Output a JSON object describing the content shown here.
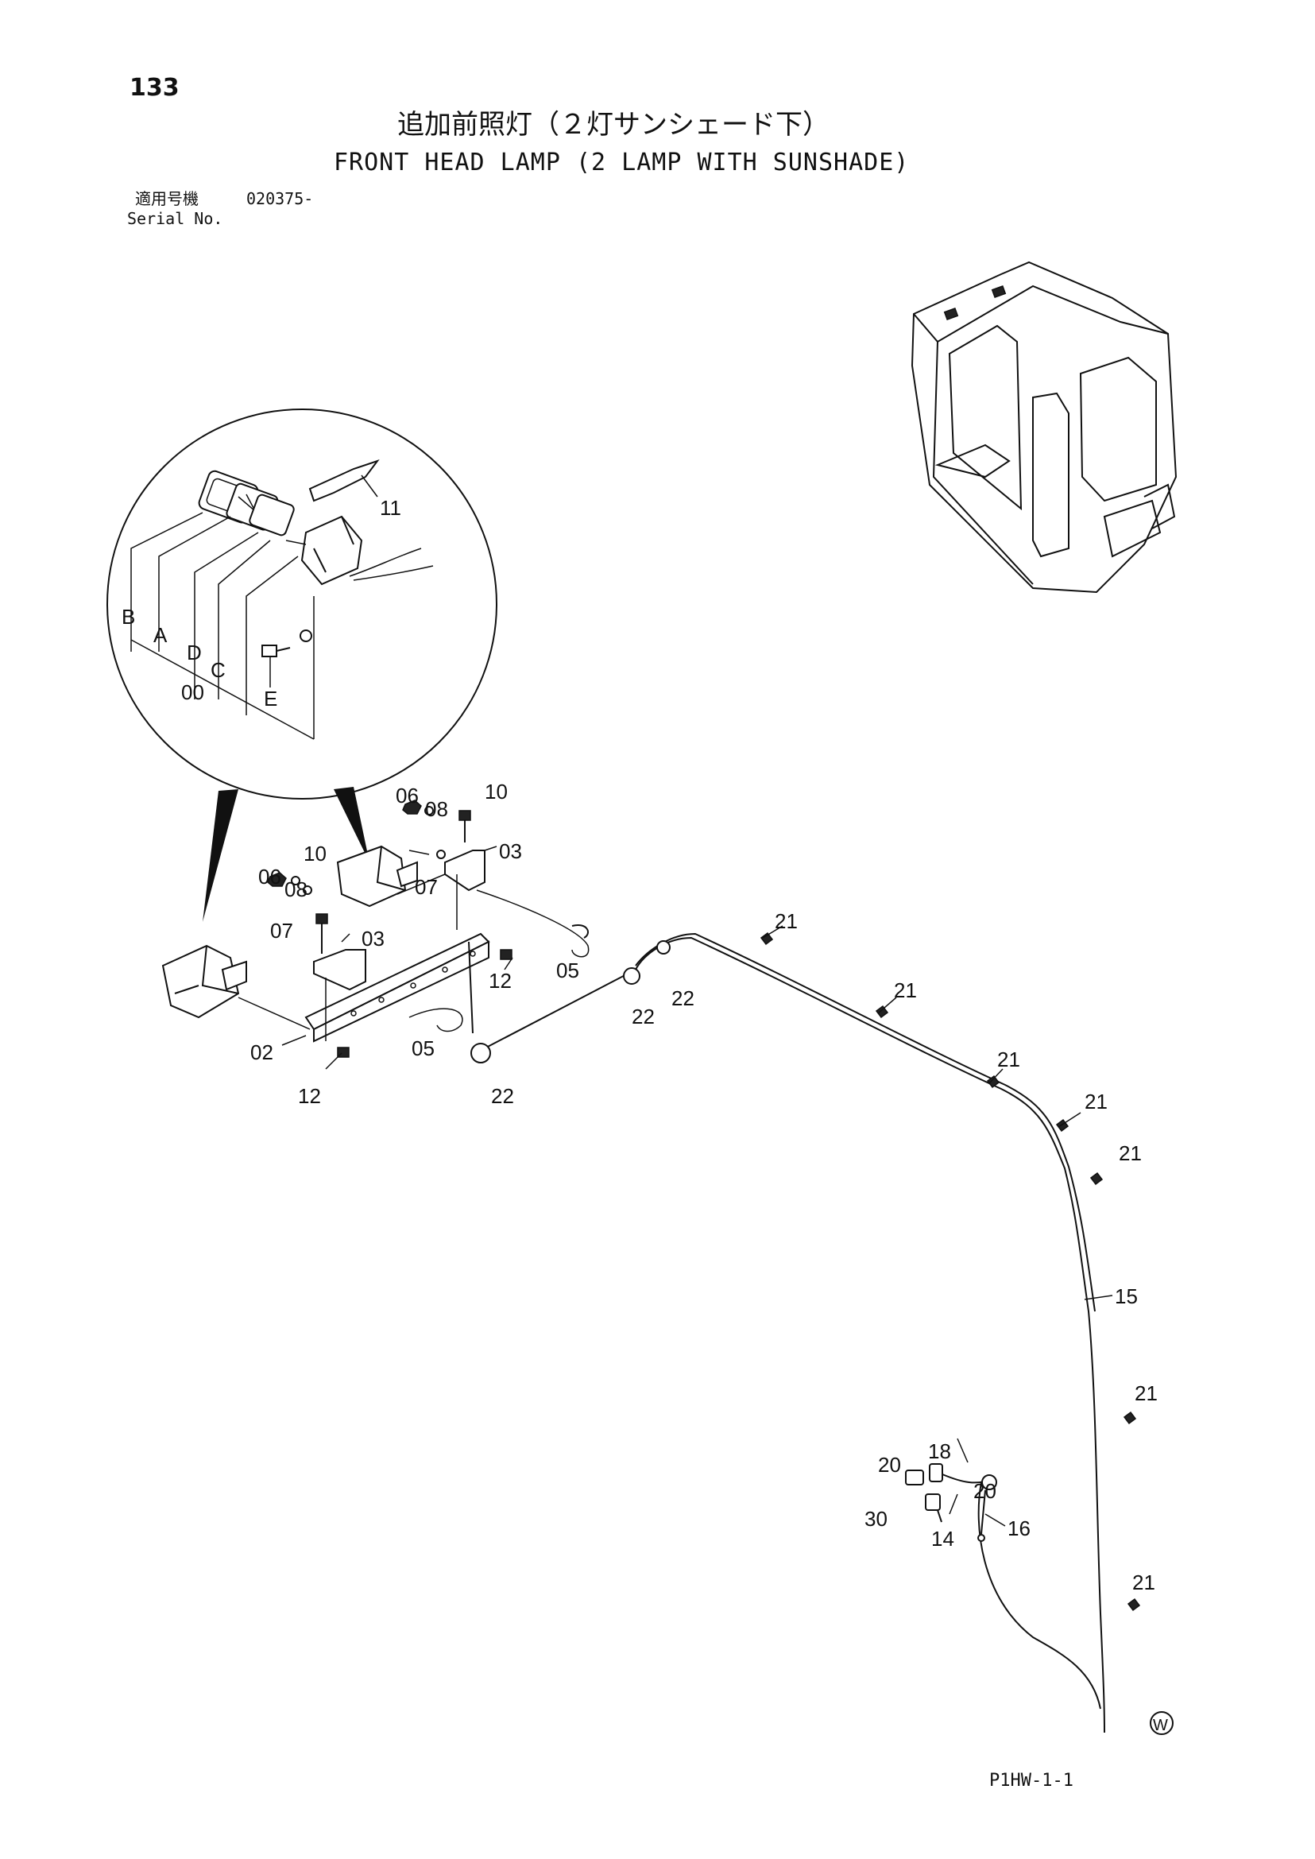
{
  "page_number": "133",
  "title_jp": "追加前照灯（２灯サンシェード下）",
  "title_en": "FRONT HEAD LAMP (2 LAMP WITH SUNSHADE)",
  "serial_label_jp": "適用号機",
  "serial_value": "020375-",
  "serial_label_en": "Serial No.",
  "sheet_code": "P1HW-1-1",
  "mark": "W",
  "callouts": {
    "detail": [
      "B",
      "A",
      "D",
      "00",
      "C",
      "E",
      "11"
    ],
    "c06a": "06",
    "c08a": "08",
    "c10a": "10",
    "c03a": "03",
    "c07a": "07",
    "c05a": "05",
    "c06b": "06",
    "c08b": "08",
    "c10b": "10",
    "c03b": "03",
    "c07b": "07",
    "c05b": "05",
    "c12a": "12",
    "c12b": "12",
    "c02": "02",
    "c22a": "22",
    "c22b": "22",
    "c22c": "22",
    "c21a": "21",
    "c21b": "21",
    "c21c": "21",
    "c21d": "21",
    "c21e": "21",
    "c21f": "21",
    "c21g": "21",
    "c15": "15",
    "c20a": "20",
    "c18": "18",
    "c20b": "20",
    "c30": "30",
    "c14": "14",
    "c16": "16"
  }
}
